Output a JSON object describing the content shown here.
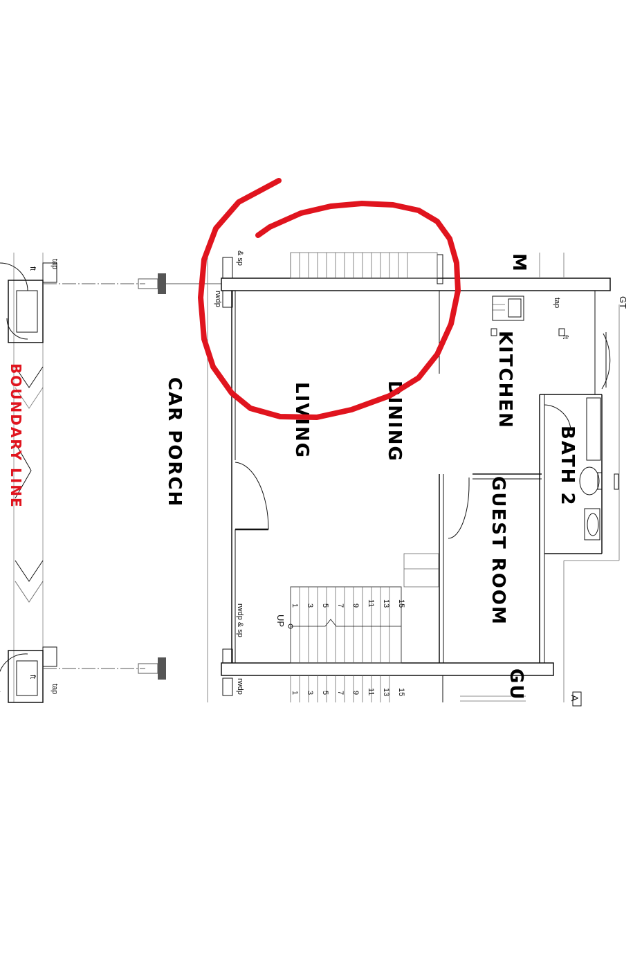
{
  "rooms": {
    "car_porch": "CAR PORCH",
    "living": "LIVING",
    "dining": "DINING",
    "kitchen": "KITCHEN",
    "bath2": "BATH 2",
    "guest_room": "GUEST ROOM",
    "guest_partial": "GU",
    "partial_m": "M",
    "partial_a": "A"
  },
  "boundary_label": "BOUNDARY LINE",
  "notes": {
    "tap_top": "tap",
    "tap_bottom": "tap",
    "ft_top": "ft",
    "ft_bottom": "ft",
    "ft_kitchen": "ft",
    "tap_kitchen": "tap",
    "sp_top": "& sp",
    "rwdp_top": "rwdp",
    "rwdp_sp_mid": "rwdp & sp",
    "rwdp_bottom": "rwdp",
    "gt": "GT",
    "up": "UP"
  },
  "stair_numbers": [
    "1",
    "3",
    "5",
    "7",
    "9",
    "11",
    "13",
    "15"
  ],
  "stair_numbers_lower": [
    "1",
    "3",
    "5",
    "7",
    "9",
    "11",
    "13",
    "15"
  ],
  "colors": {
    "annotation": "#e0141e",
    "boundary": "#e0141e",
    "ink": "#111111"
  }
}
